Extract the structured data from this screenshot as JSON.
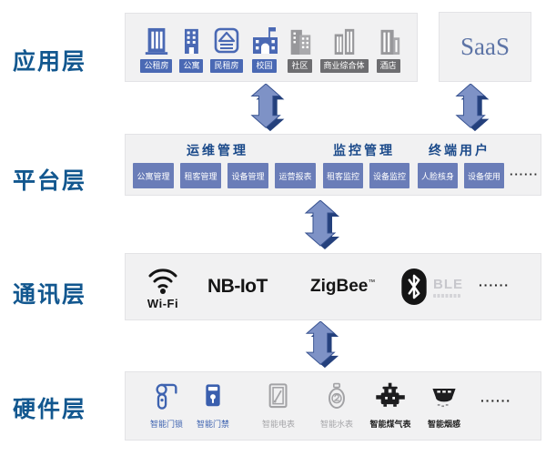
{
  "colors": {
    "layer_label": "#12578f",
    "panel_bg": "#f1f1f2",
    "chip_blue": "#4a69b4",
    "chip_gray": "#6d6d70",
    "platform_box": "#6a7db8",
    "platform_header": "#1b4a8a",
    "arrow_light": "#7e92c6",
    "arrow_dark": "#24407c",
    "saas_text": "#5d74a6"
  },
  "layers": {
    "application": {
      "label": "应用层"
    },
    "platform": {
      "label": "平台层"
    },
    "communication": {
      "label": "通讯层"
    },
    "hardware": {
      "label": "硬件层"
    }
  },
  "application": {
    "items": [
      {
        "label": "公租房",
        "icon": "tall-building-icon",
        "variant": "blue"
      },
      {
        "label": "公寓",
        "icon": "apartment-building-icon",
        "variant": "blue"
      },
      {
        "label": "民租房",
        "icon": "private-house-icon",
        "variant": "blue"
      },
      {
        "label": "校园",
        "icon": "school-flag-icon",
        "variant": "blue"
      },
      {
        "label": "社区",
        "icon": "community-buildings-icon",
        "variant": "gray"
      },
      {
        "label": "商业综合体",
        "icon": "commercial-towers-icon",
        "variant": "gray"
      },
      {
        "label": "酒店",
        "icon": "hotel-building-icon",
        "variant": "gray"
      }
    ],
    "saas": "SaaS"
  },
  "platform": {
    "headers": [
      {
        "label": "运维管理"
      },
      {
        "label": "监控管理"
      },
      {
        "label": "终端用户"
      }
    ],
    "boxes": [
      {
        "label": "公寓管理"
      },
      {
        "label": "租客管理"
      },
      {
        "label": "设备管理"
      },
      {
        "label": "运营报表"
      },
      {
        "label": "租客监控"
      },
      {
        "label": "设备监控"
      },
      {
        "label": "人脸核身"
      },
      {
        "label": "设备使用"
      }
    ],
    "ellipsis": "······"
  },
  "communication": {
    "wifi_label": "Wi-Fi",
    "nbiot_label": "NB-IoT",
    "zigbee_label": "ZigBee",
    "zigbee_mark": "™",
    "ble_label": "BLE",
    "ellipsis": "······"
  },
  "hardware": {
    "items": [
      {
        "label": "智能门锁",
        "icon": "smart-door-lock-icon",
        "variant": "blue"
      },
      {
        "label": "智能门禁",
        "icon": "smart-access-control-icon",
        "variant": "blue"
      },
      {
        "label": "智能电表",
        "icon": "smart-electric-meter-icon",
        "variant": "gray"
      },
      {
        "label": "智能水表",
        "icon": "smart-water-meter-icon",
        "variant": "gray"
      },
      {
        "label": "智能煤气表",
        "icon": "smart-gas-meter-icon",
        "variant": "black"
      },
      {
        "label": "智能烟感",
        "icon": "smart-smoke-sensor-icon",
        "variant": "black"
      }
    ],
    "ellipsis": "······"
  }
}
